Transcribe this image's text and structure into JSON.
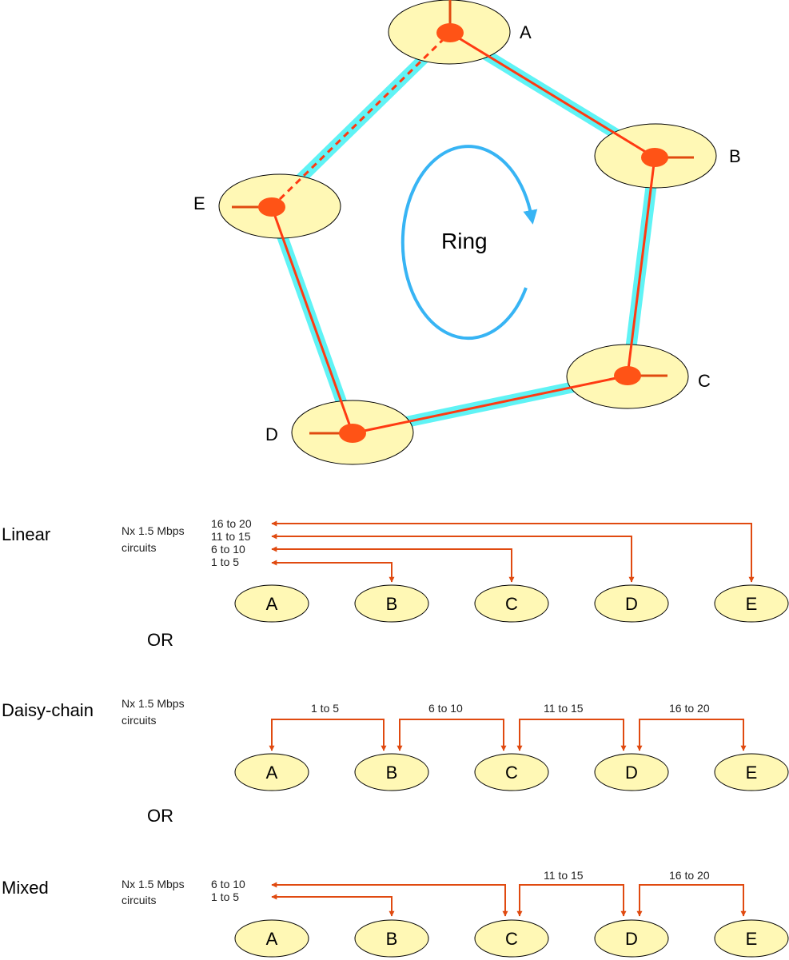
{
  "colors": {
    "node_fill": "#fff8b5",
    "node_stroke": "#000000",
    "link_red": "#ff3a12",
    "hub_orange": "#ff5316",
    "arrow_orange": "#e04a10",
    "ring_cyan": "#5ff3f5",
    "ring_arrow_blue": "#37b4f4"
  },
  "ring": {
    "title": "Ring",
    "nodes": [
      {
        "id": "A",
        "label": "A"
      },
      {
        "id": "B",
        "label": "B"
      },
      {
        "id": "C",
        "label": "C"
      },
      {
        "id": "D",
        "label": "D"
      },
      {
        "id": "E",
        "label": "E"
      }
    ],
    "links": [
      {
        "from": "A",
        "to": "B",
        "style": "solid"
      },
      {
        "from": "B",
        "to": "C",
        "style": "solid"
      },
      {
        "from": "C",
        "to": "D",
        "style": "solid"
      },
      {
        "from": "D",
        "to": "E",
        "style": "solid"
      },
      {
        "from": "E",
        "to": "A",
        "style": "dashed"
      }
    ]
  },
  "circuits_label_line1": "Nx 1.5 Mbps",
  "circuits_label_line2": "circuits",
  "or_label": "OR",
  "linear": {
    "title": "Linear",
    "nodes": [
      "A",
      "B",
      "C",
      "D",
      "E"
    ],
    "circuits": [
      {
        "label": "16 to 20",
        "to": "E"
      },
      {
        "label": "11 to 15",
        "to": "D"
      },
      {
        "label": "6 to 10",
        "to": "C"
      },
      {
        "label": "1 to 5",
        "to": "B"
      }
    ]
  },
  "daisy_chain": {
    "title": "Daisy-chain",
    "nodes": [
      "A",
      "B",
      "C",
      "D",
      "E"
    ],
    "circuits": [
      {
        "label": "1 to 5",
        "from": "A",
        "to": "B"
      },
      {
        "label": "6 to 10",
        "from": "B",
        "to": "C"
      },
      {
        "label": "11 to 15",
        "from": "C",
        "to": "D"
      },
      {
        "label": "16 to 20",
        "from": "D",
        "to": "E"
      }
    ]
  },
  "mixed": {
    "title": "Mixed",
    "nodes": [
      "A",
      "B",
      "C",
      "D",
      "E"
    ],
    "circuits_from_left": [
      {
        "label": "6 to 10",
        "to": "C"
      },
      {
        "label": "1 to 5",
        "to": "B"
      }
    ],
    "circuits_chain": [
      {
        "label": "11 to 15",
        "from": "C",
        "to": "D"
      },
      {
        "label": "16 to 20",
        "from": "D",
        "to": "E"
      }
    ]
  }
}
